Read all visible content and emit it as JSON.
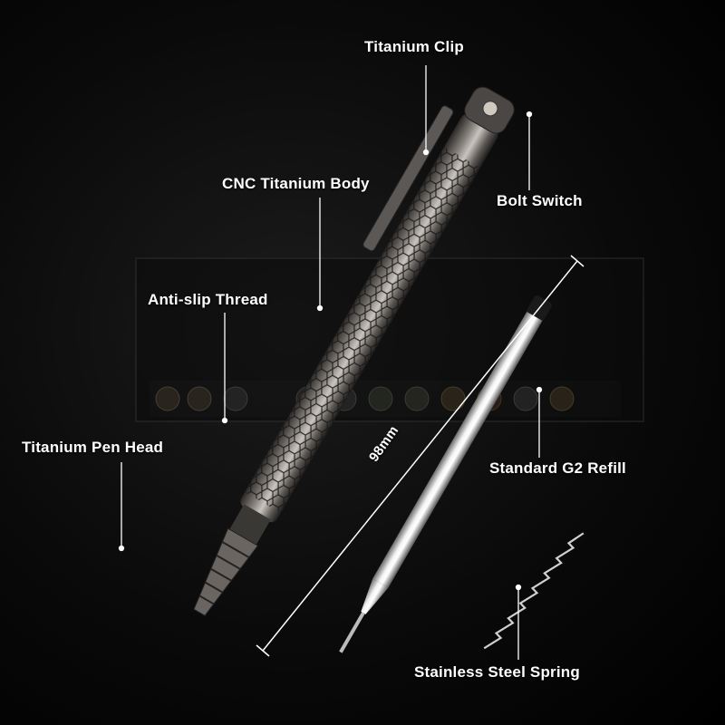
{
  "labels": {
    "titanium_clip": "Titanium Clip",
    "cnc_body": "CNC Titanium Body",
    "bolt_switch": "Bolt Switch",
    "anti_slip": "Anti-slip Thread",
    "pen_head": "Titanium Pen Head",
    "g2_refill": "Standard G2 Refill",
    "spring": "Stainless Steel Spring",
    "refill_length": "98mm"
  }
}
